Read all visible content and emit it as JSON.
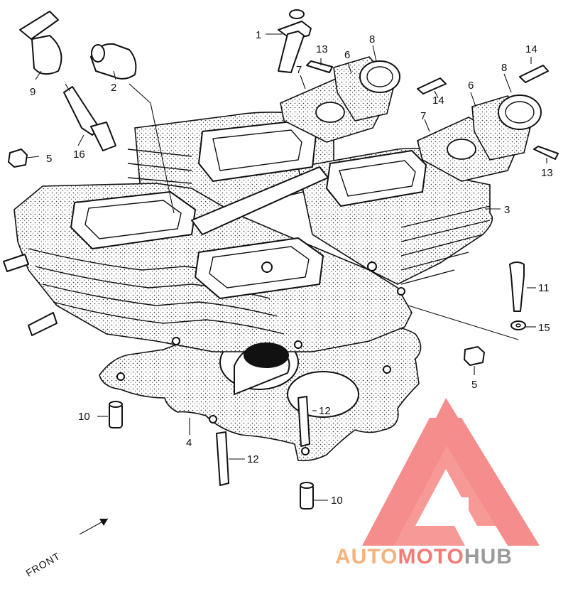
{
  "diagram": {
    "callouts": [
      {
        "id": "c1",
        "text": "1"
      },
      {
        "id": "c2",
        "text": "2"
      },
      {
        "id": "c3",
        "text": "3"
      },
      {
        "id": "c4",
        "text": "4"
      },
      {
        "id": "c5a",
        "text": "5"
      },
      {
        "id": "c5b",
        "text": "5"
      },
      {
        "id": "c6a",
        "text": "6"
      },
      {
        "id": "c6b",
        "text": "6"
      },
      {
        "id": "c7a",
        "text": "7"
      },
      {
        "id": "c7b",
        "text": "7"
      },
      {
        "id": "c8a",
        "text": "8"
      },
      {
        "id": "c8b",
        "text": "8"
      },
      {
        "id": "c9",
        "text": "9"
      },
      {
        "id": "c10a",
        "text": "10"
      },
      {
        "id": "c10b",
        "text": "10"
      },
      {
        "id": "c11",
        "text": "11"
      },
      {
        "id": "c12a",
        "text": "12"
      },
      {
        "id": "c12b",
        "text": "12"
      },
      {
        "id": "c13a",
        "text": "13"
      },
      {
        "id": "c13b",
        "text": "13"
      },
      {
        "id": "c14a",
        "text": "14"
      },
      {
        "id": "c14b",
        "text": "14"
      },
      {
        "id": "c15",
        "text": "15"
      },
      {
        "id": "c16",
        "text": "16"
      }
    ],
    "front_label": "FRONT"
  },
  "watermark": {
    "part1": "AUTO",
    "part2": "MOTO",
    "part3": "HUB",
    "colors": {
      "orange": "#f6b27a",
      "red": "#f47a78",
      "gray": "#9a9a9a"
    }
  }
}
